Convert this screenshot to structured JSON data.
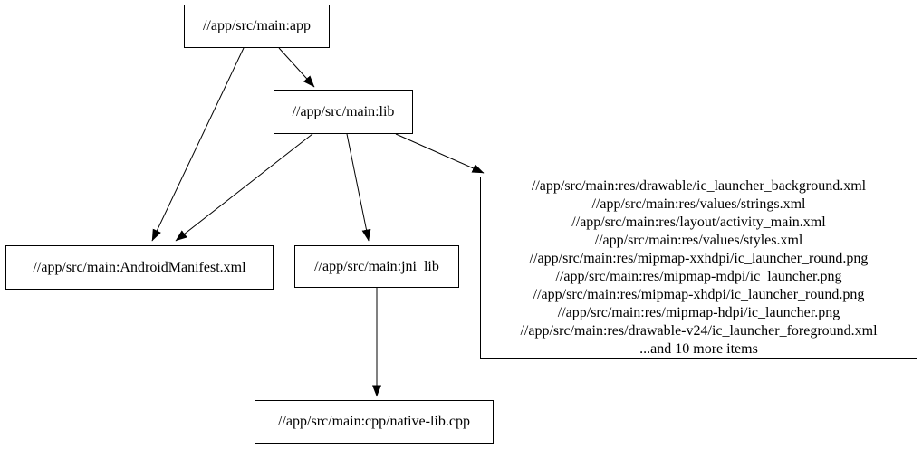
{
  "graph": {
    "colors": {
      "background": "#ffffff",
      "node_fill": "#ffffff",
      "node_border": "#000000",
      "edge": "#000000",
      "text": "#000000"
    },
    "nodes": {
      "app": {
        "label": "//app/src/main:app"
      },
      "lib": {
        "label": "//app/src/main:lib"
      },
      "android_manifest": {
        "label": "//app/src/main:AndroidManifest.xml"
      },
      "jni_lib": {
        "label": "//app/src/main:jni_lib"
      },
      "res_group": {
        "lines": [
          "//app/src/main:res/drawable/ic_launcher_background.xml",
          "//app/src/main:res/values/strings.xml",
          "//app/src/main:res/layout/activity_main.xml",
          "//app/src/main:res/values/styles.xml",
          "//app/src/main:res/mipmap-xxhdpi/ic_launcher_round.png",
          "//app/src/main:res/mipmap-mdpi/ic_launcher.png",
          "//app/src/main:res/mipmap-xhdpi/ic_launcher_round.png",
          "//app/src/main:res/mipmap-hdpi/ic_launcher.png",
          "//app/src/main:res/drawable-v24/ic_launcher_foreground.xml",
          "...and 10 more items"
        ]
      },
      "native_lib_cpp": {
        "label": "//app/src/main:cpp/native-lib.cpp"
      }
    },
    "edges": [
      {
        "from": "app",
        "to": "android_manifest"
      },
      {
        "from": "app",
        "to": "lib"
      },
      {
        "from": "lib",
        "to": "android_manifest"
      },
      {
        "from": "lib",
        "to": "jni_lib"
      },
      {
        "from": "lib",
        "to": "res_group"
      },
      {
        "from": "jni_lib",
        "to": "native_lib_cpp"
      }
    ]
  }
}
